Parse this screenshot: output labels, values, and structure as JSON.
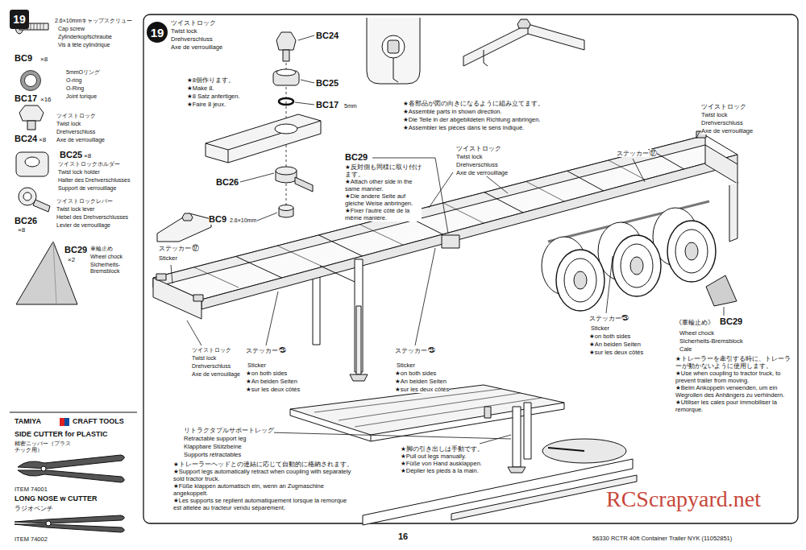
{
  "diagram": {
    "nodes": [
      {
        "text": [
          "19"
        ]
      },
      {
        "text": [
          "19"
        ]
      }
    ],
    "labels": [
      "2.6×10mmキャップスクリュー",
      "Cap screw",
      "Zylinderkopfschraube",
      "Vis à tête cylindrique",
      "BC9",
      "×8",
      "5mmOリング",
      "O-ring",
      "O-Ring",
      "Joint torique",
      "BC17",
      "×16",
      "ツイストロック",
      "Twist lock",
      "Drehverschluss",
      "Axe de verrouillage",
      "BC24",
      "×8",
      "BC25",
      "×8",
      "ツイストロックホルダー",
      "Twist lock holder",
      "Halter des Drehverschlusses",
      "Support de verrouillage",
      "ツイストロックレバー",
      "Twist lock lever",
      "Hebel des Drehverschlusses",
      "Levier de verrouillage",
      "BC26",
      "×8",
      "BC29",
      "×2",
      "車輪止め",
      "Wheel chock",
      "Sicherheits-Bremsblock",
      "TAMIYA",
      "CRAFT TOOLS",
      "SIDE CUTTER for PLASTIC",
      "精密ニッパー（プラスチック用）",
      "ITEM 74001",
      "LONG NOSE w CUTTER",
      "ラジオペンチ",
      "ITEM 74002",
      "ツイストロック",
      "Twist lock",
      "Drehverschluss",
      "Axe de verrouillage",
      "BC24",
      "BC25",
      "BC17",
      "5mm",
      "BC26",
      "BC9",
      "2.6×10mm",
      "★8個作ります。",
      "★Make 8.",
      "★8 Satz anfertigen.",
      "★Faire 8 jeux.",
      "★各部品が図の向きになるように組み立てます。",
      "★Assemble parts in shown direction.",
      "★Die Teile in der abgebildeten Richtung anbringen.",
      "★Assembler les pièces dans le sens indiqué.",
      "ツイストロック",
      "Twist lock",
      "Drehverschluss",
      "Axe de verrouillage",
      "BC29",
      "★反対側も同様に取り付けます。",
      "★Attach other side in the same manner.",
      "★Die andere Seite auf gleiche Weise anbringen.",
      "★Fixer l'autre côté de la même manière.",
      "ツイストロック",
      "Twist lock",
      "Drehverschluss",
      "Axe de verrouillage",
      "ステッカー",
      "⑰",
      "ステッカー",
      "⑰",
      "Sticker",
      "ツイストロック",
      "Twist lock",
      "Drehverschluss",
      "Axe de verrouillage",
      "ステッカー",
      "㉕",
      "Sticker",
      "★on both sides",
      "★An beiden Seiten",
      "★sur les deux côtés",
      "ステッカー",
      "㉕",
      "Sticker",
      "★on both sides",
      "★An beiden Seiten",
      "★sur les deux côtés",
      "ステッカー",
      "㉕",
      "Sticker",
      "★on both sides",
      "★An beiden Seiten",
      "★sur les deux côtés",
      "《車輪止め》",
      "BC29",
      "Wheel chock",
      "Sicherheits-Bremsblock",
      "Cale",
      "★トレーラーを牽引する時に、トレーラーが動かないように使用します。",
      "★Use when coupling to tractor truck, to prevent trailer from moving.",
      "★Beim Ankoppeln verwenden, um ein Wegrollen des Anhängers zu verhindern.",
      "★Utiliser les cales pour immobiliser la remorque.",
      "リトラクタブルサポートレッグ",
      "Retractable support leg",
      "Klappbare Stützbeine",
      "Supports rétractables",
      "★トレーラーヘッドとの連結に応じて自動的に格納されます。",
      "★Support legs automatically retract when coupling with separately sold tractor truck.",
      "★Füße klappen automatisch ein, wenn an Zugmaschine angekoppelt.",
      "★Les supports se replient automatiquement lorsque la remorque est attelée au tracteur vendu séparément.",
      "★脚の引き出しは手動です。",
      "★Pull out legs manually.",
      "★Füße von Hand ausklappen.",
      "★Déplier les pieds à la main.",
      "16",
      "56330 RCTR 40ft Container Trailer NYK (11052851)",
      "RCScrapyard.net"
    ]
  }
}
